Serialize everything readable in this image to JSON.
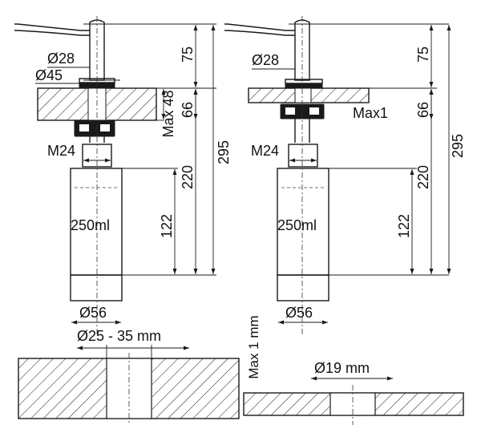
{
  "left_dispenser": {
    "d_top": "Ø28",
    "d_flange": "Ø45",
    "thread": "M24",
    "capacity": "250ml",
    "d_bottle": "Ø56",
    "h_top": "75",
    "h_mount": "66",
    "h_max_counter": "Max 48",
    "h_bottle_upper": "220",
    "h_bottle_lower": "122",
    "h_total": "295"
  },
  "right_dispenser": {
    "d_top": "Ø28",
    "thread": "M24",
    "capacity": "250ml",
    "d_bottle": "Ø56",
    "h_top": "75",
    "h_max_counter": "Max1",
    "h_mount": "66",
    "h_bottle_upper": "220",
    "h_bottle_lower": "122",
    "h_total": "295"
  },
  "hole_left": {
    "diameter_range": "Ø25 - 35 mm"
  },
  "hole_right": {
    "max_thickness": "Max 1 mm",
    "diameter": "Ø19 mm"
  }
}
